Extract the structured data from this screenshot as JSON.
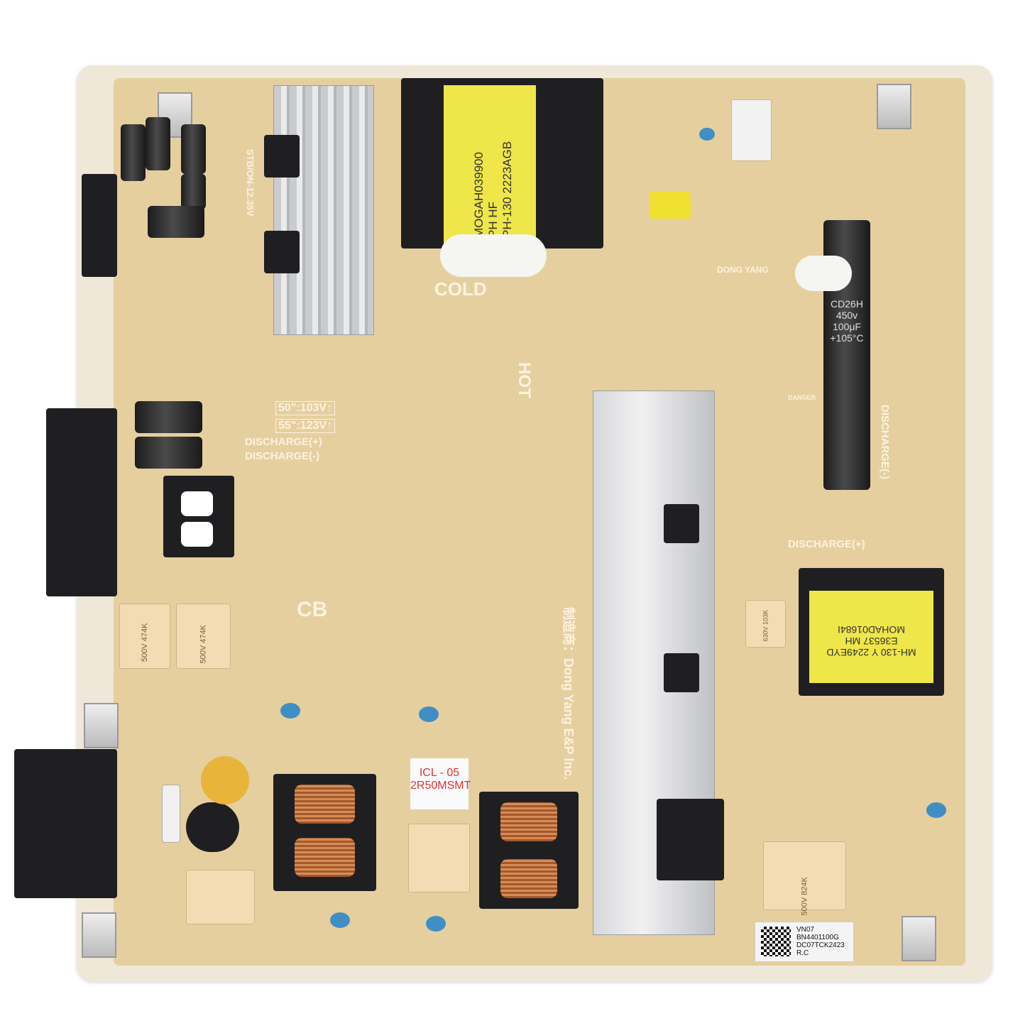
{
  "silkscreen": {
    "cold": "COLD",
    "hot": "HOT",
    "v50": "50\":103V↑",
    "v55": "55\":123V↑",
    "discharge_plus_left": "DISCHARGE(+)",
    "discharge_minus_left": "DISCHARGE(-)",
    "discharge_plus_right": "DISCHARGE(+)",
    "discharge_minus_right": "DISCHARGE(-)",
    "cb": "CB",
    "manufacturer": "制造商：Dong Yang E&P Inc.",
    "stb": "STB/ON-12.35V",
    "dong_yang": "DONG YANG",
    "danger": "DANGER"
  },
  "main_transformer": {
    "line1": "MOGAH039900",
    "line2": "PH  HF",
    "line3": "PH-130  2223AGB"
  },
  "right_transformer": {
    "line1": "MOHAD01684I",
    "line2": "E36537 MH",
    "line3": "MH-130 Y 2249EYD"
  },
  "bulk_capacitor": {
    "model": "CD26H",
    "voltage": "450v",
    "capacitance": "100μF",
    "temp": "+105°C"
  },
  "icl_label": {
    "line1": "ICL - 05",
    "line2": "2R50MSMT"
  },
  "qr_label": {
    "line1": "VN07",
    "line2": "BN4401100G",
    "line3": "DC07TCK2423",
    "line4": "R.C"
  },
  "film_caps": {
    "c1": "500V 474K",
    "c2": "500V 474K",
    "c3": "500V 824K",
    "c4": "630V 103K"
  },
  "colors": {
    "pcb": "#e6cf9f",
    "board_frame": "#efe7d8",
    "transformer_tape": "#efe64a"
  }
}
